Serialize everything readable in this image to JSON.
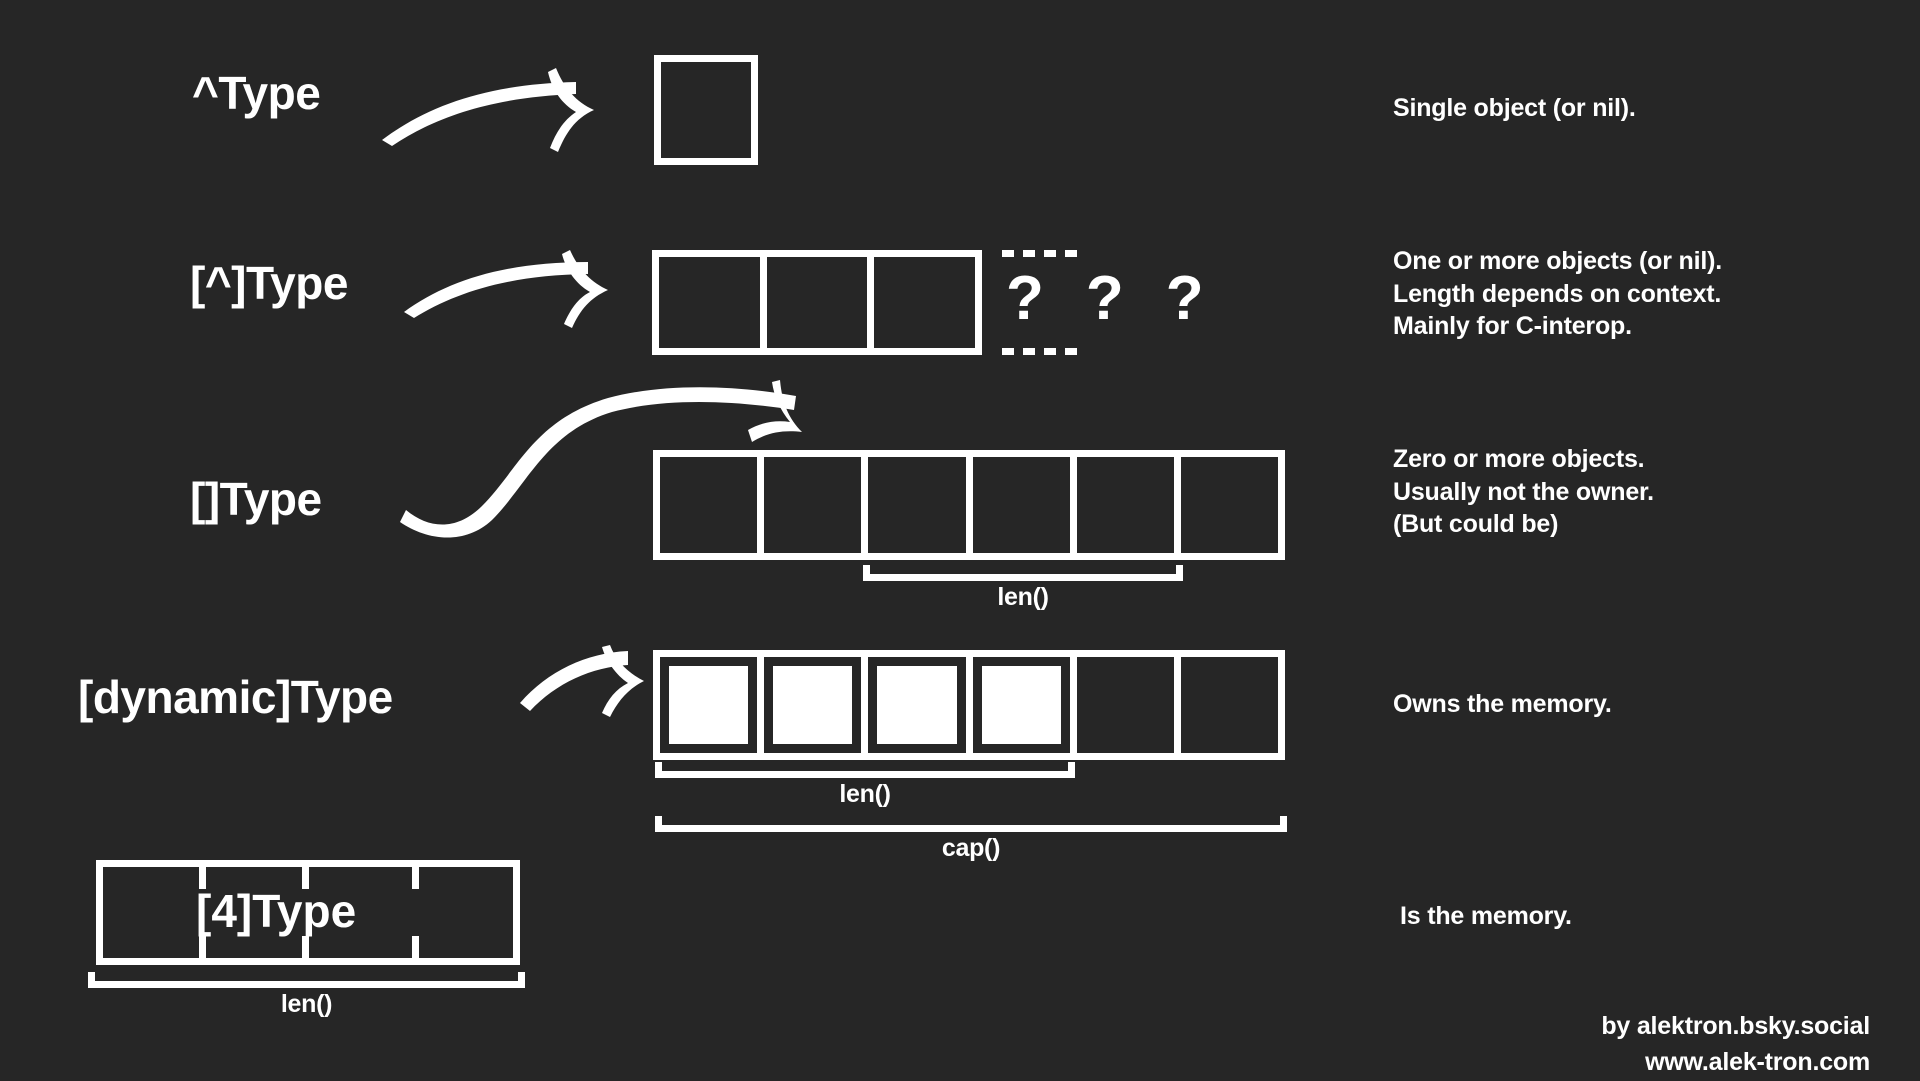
{
  "background_color": "#262626",
  "foreground_color": "#ffffff",
  "diagram": {
    "title_semantic": "odin-pointer-and-array-types",
    "rows": [
      {
        "id": "pointer",
        "type_label": "^Type",
        "cells_total": 1,
        "cells_filled": 0,
        "arrow": "curved-right-arrow",
        "description_lines": [
          "Single object (or nil)."
        ],
        "brackets": []
      },
      {
        "id": "multi-pointer",
        "type_label": "[^]Type",
        "cells_total": 3,
        "cells_filled": 0,
        "continuation": "dotted",
        "unknown_markers": [
          "?",
          "?",
          "?"
        ],
        "arrow": "curved-right-arrow",
        "description_lines": [
          "One or more objects (or nil).",
          "Length depends on context.",
          "Mainly for C-interop."
        ],
        "brackets": []
      },
      {
        "id": "slice",
        "type_label": "[]Type",
        "cells_total": 6,
        "cells_filled": 0,
        "arrow": "curved-s-arrow",
        "arrow_target_cell": 3,
        "description_lines": [
          "Zero or more objects.",
          "Usually not the owner.",
          "(But could be)"
        ],
        "brackets": [
          {
            "label": "len()",
            "from_cell": 3,
            "to_cell": 5
          }
        ]
      },
      {
        "id": "dynamic-array",
        "type_label": "[dynamic]Type",
        "cells_total": 6,
        "cells_filled": 4,
        "arrow": "curved-right-arrow",
        "description_lines": [
          "Owns the memory."
        ],
        "brackets": [
          {
            "label": "len()",
            "from_cell": 1,
            "to_cell": 4
          },
          {
            "label": "cap()",
            "from_cell": 1,
            "to_cell": 6
          }
        ]
      },
      {
        "id": "fixed-array",
        "type_label": "[4]Type",
        "cells_total": 4,
        "cells_filled": 0,
        "arrow": "none",
        "label_position": "overlay",
        "description_lines": [
          "Is the memory."
        ],
        "brackets": [
          {
            "label": "len()",
            "from_cell": 1,
            "to_cell": 4
          }
        ]
      }
    ],
    "attribution": {
      "author": "by alektron.bsky.social",
      "website": "www.alek-tron.com"
    }
  }
}
